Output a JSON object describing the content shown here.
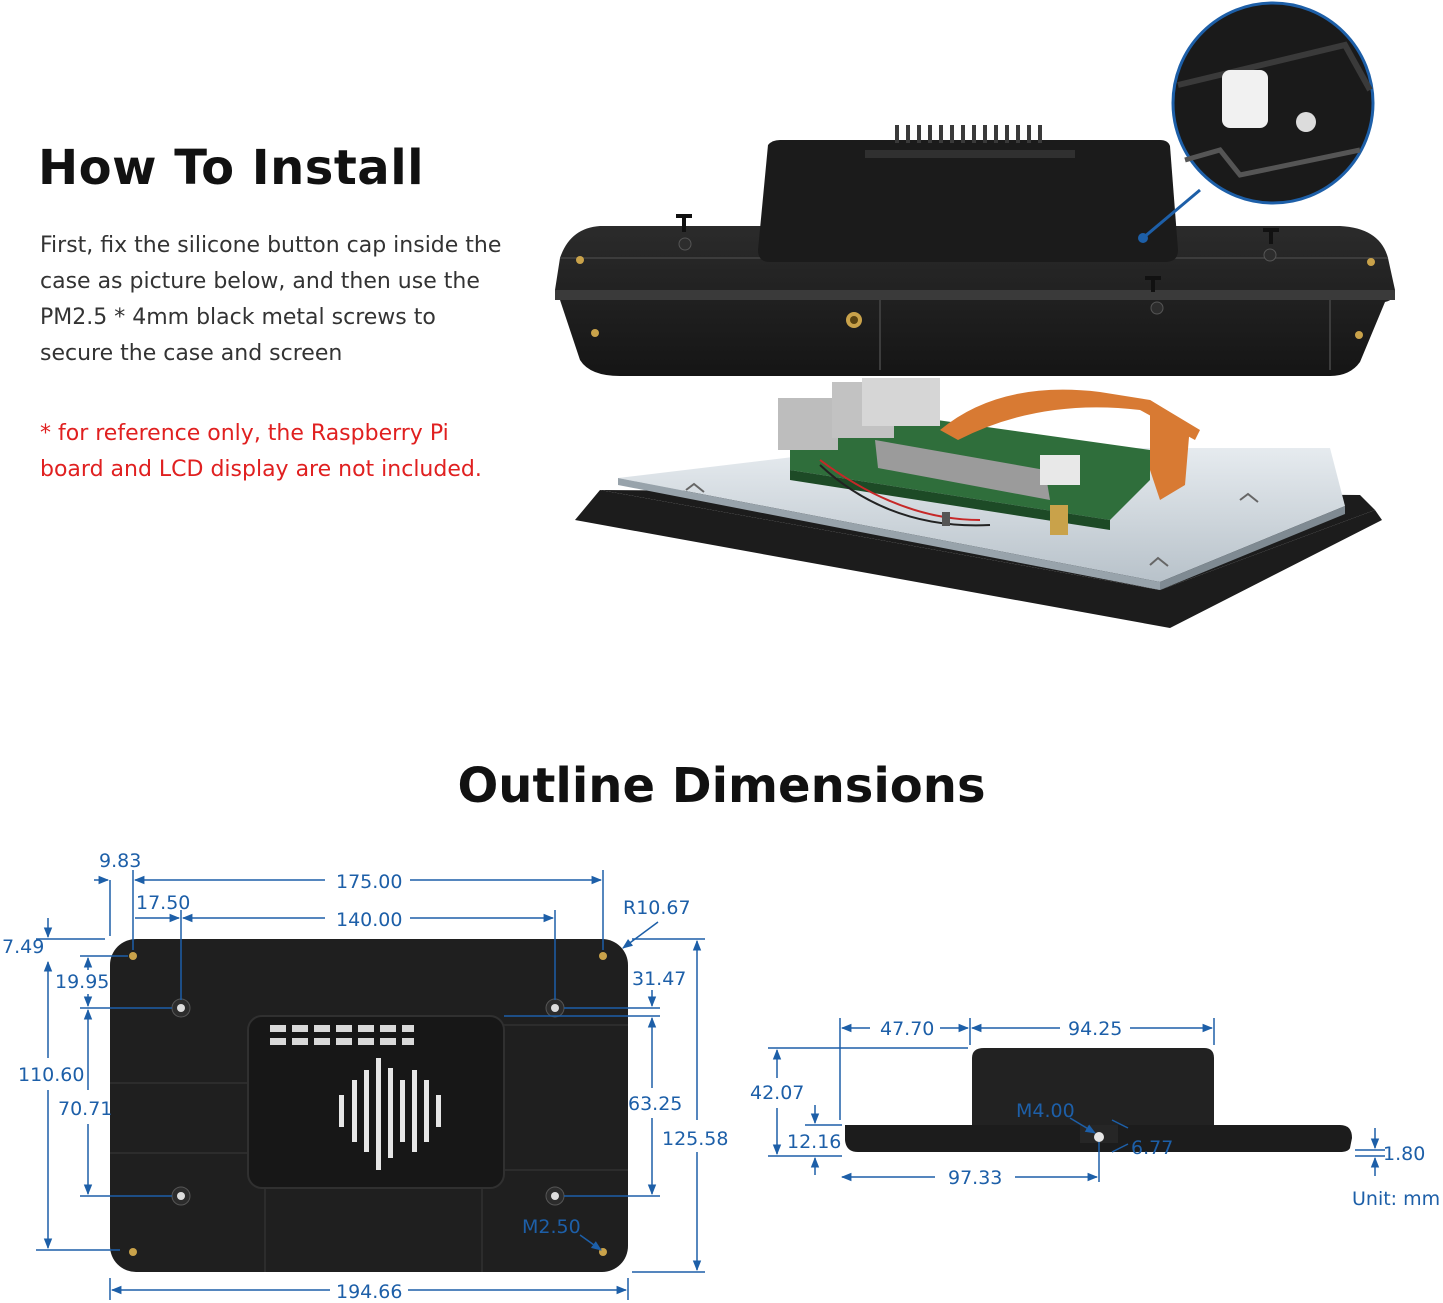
{
  "install": {
    "title": "How To Install",
    "step": "First, fix the silicone button cap inside the case as picture below, and then use the PM2.5 * 4mm black metal screws to secure the case and screen",
    "note": "* for reference only, the Raspberry Pi board and LCD display are not included."
  },
  "dimensions": {
    "title": "Outline Dimensions",
    "front": {
      "d_9_83": "9.83",
      "d_175": "175.00",
      "d_17_50": "17.50",
      "d_140": "140.00",
      "d_r10_67": "R10.67",
      "d_7_49": "7.49",
      "d_19_95": "19.95",
      "d_31_47": "31.47",
      "d_110_60": "110.60",
      "d_70_71": "70.71",
      "d_63_25": "63.25",
      "d_125_58": "125.58",
      "d_m2_50": "M2.50",
      "d_194_66": "194.66"
    },
    "side": {
      "d_47_70": "47.70",
      "d_94_25": "94.25",
      "d_42_07": "42.07",
      "d_m4_00": "M4.00",
      "d_12_16": "12.16",
      "d_6_77": "6.77",
      "d_1_80": "1.80",
      "d_97_33": "97.33",
      "unit": "Unit: mm"
    }
  },
  "colors": {
    "dimension": "#1d5fa8",
    "note": "#e02020",
    "case": "#1f1f1f"
  }
}
